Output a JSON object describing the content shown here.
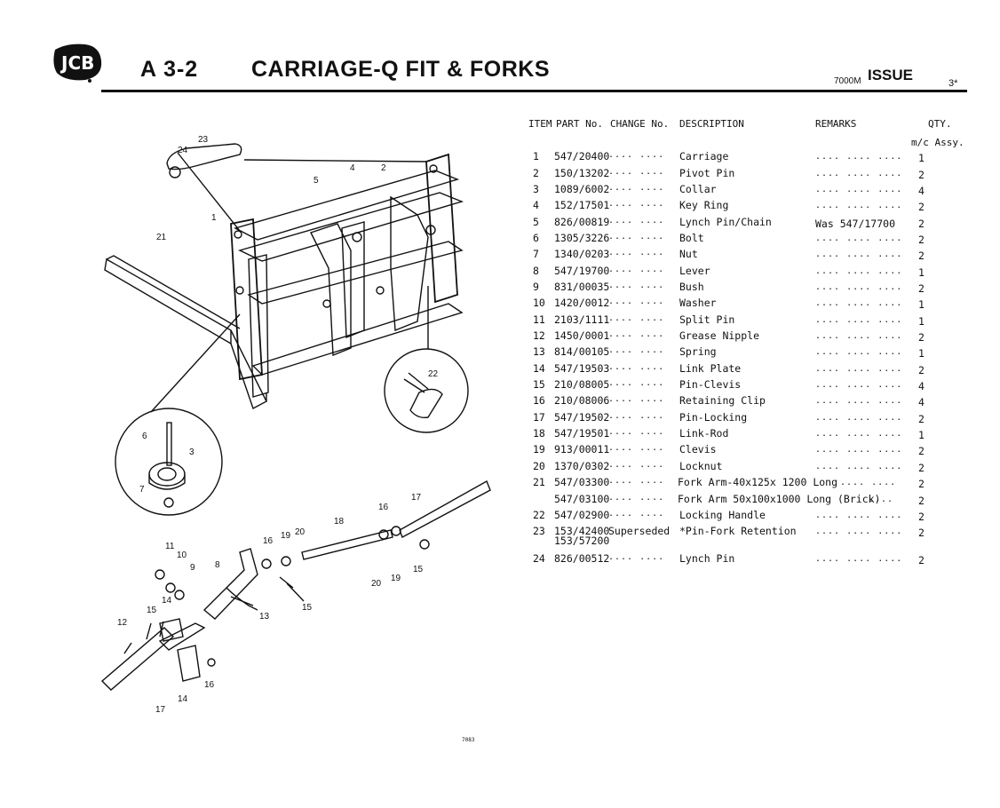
{
  "header": {
    "brand": "JCB",
    "sheet_code": "A 3-2",
    "title": "CARRIAGE-Q FIT & FORKS",
    "print_run": "7000M",
    "issue_label": "ISSUE",
    "issue_no": "3*"
  },
  "table": {
    "columns": {
      "item": "ITEM",
      "part_no": "PART No.",
      "change_no": "CHANGE No.",
      "description": "DESCRIPTION",
      "remarks": "REMARKS",
      "qty": "QTY.",
      "qty_sub": "m/c Assy."
    },
    "rows": [
      {
        "item": "1",
        "part": "547/20400",
        "chg": ".... ....",
        "desc": "Carriage",
        "rem": ".... .... ....",
        "qty": "1"
      },
      {
        "item": "2",
        "part": "150/13202",
        "chg": ".... ....",
        "desc": "Pivot Pin",
        "rem": ".... .... ....",
        "qty": "2"
      },
      {
        "item": "3",
        "part": "1089/6002",
        "chg": ".... ....",
        "desc": "Collar",
        "rem": ".... .... ....",
        "qty": "4"
      },
      {
        "item": "4",
        "part": "152/17501",
        "chg": ".... ....",
        "desc": "Key Ring",
        "rem": ".... .... ....",
        "qty": "2"
      },
      {
        "item": "5",
        "part": "826/00819",
        "chg": ".... ....",
        "desc": "Lynch Pin/Chain",
        "rem": "Was 547/17700",
        "qty": "2"
      },
      {
        "item": "6",
        "part": "1305/3226",
        "chg": ".... ....",
        "desc": "Bolt",
        "rem": ".... .... ....",
        "qty": "2"
      },
      {
        "item": "7",
        "part": "1340/0203",
        "chg": ".... ....",
        "desc": "Nut",
        "rem": ".... .... ....",
        "qty": "2"
      },
      {
        "item": "8",
        "part": "547/19700",
        "chg": ".... ....",
        "desc": "Lever",
        "rem": ".... .... ....",
        "qty": "1"
      },
      {
        "item": "9",
        "part": "831/00035",
        "chg": ".... ....",
        "desc": "Bush",
        "rem": ".... .... ....",
        "qty": "2"
      },
      {
        "item": "10",
        "part": "1420/0012",
        "chg": ".... ....",
        "desc": "Washer",
        "rem": ".... .... ....",
        "qty": "1"
      },
      {
        "item": "11",
        "part": "2103/1111",
        "chg": ".... ....",
        "desc": "Split Pin",
        "rem": ".... .... ....",
        "qty": "1"
      },
      {
        "item": "12",
        "part": "1450/0001",
        "chg": ".... ....",
        "desc": "Grease Nipple",
        "rem": ".... .... ....",
        "qty": "2"
      },
      {
        "item": "13",
        "part": "814/00105",
        "chg": ".... ....",
        "desc": "Spring",
        "rem": ".... .... ....",
        "qty": "1"
      },
      {
        "item": "14",
        "part": "547/19503",
        "chg": ".... ....",
        "desc": "Link Plate",
        "rem": ".... .... ....",
        "qty": "2"
      },
      {
        "item": "15",
        "part": "210/08005",
        "chg": ".... ....",
        "desc": "Pin-Clevis",
        "rem": ".... .... ....",
        "qty": "4"
      },
      {
        "item": "16",
        "part": "210/08006",
        "chg": ".... ....",
        "desc": "Retaining Clip",
        "rem": ".... .... ....",
        "qty": "4"
      },
      {
        "item": "17",
        "part": "547/19502",
        "chg": ".... ....",
        "desc": "Pin-Locking",
        "rem": ".... .... ....",
        "qty": "2"
      },
      {
        "item": "18",
        "part": "547/19501",
        "chg": ".... ....",
        "desc": "Link-Rod",
        "rem": ".... .... ....",
        "qty": "1"
      },
      {
        "item": "19",
        "part": "913/00011",
        "chg": ".... ....",
        "desc": "Clevis",
        "rem": ".... .... ....",
        "qty": "2"
      },
      {
        "item": "20",
        "part": "1370/0302",
        "chg": ".... ....",
        "desc": "Locknut",
        "rem": ".... .... ....",
        "qty": "2"
      },
      {
        "item": "21",
        "part": "547/03300",
        "chg": ".... ....",
        "desc": "Fork Arm-40x125x 1200 Long",
        "rem": ".... ....",
        "qty": "2"
      },
      {
        "item": "",
        "part": "547/03100",
        "chg": ".... ....",
        "desc": "Fork Arm 50x100x1000 Long (Brick)",
        "rem": "....",
        "qty": "2"
      },
      {
        "item": "22",
        "part": "547/02900",
        "chg": ".... ....",
        "desc": "Locking Handle",
        "rem": ".... .... ....",
        "qty": "2"
      },
      {
        "item": "23",
        "part": "153/42400",
        "part2": "153/57200",
        "chg": "Superseded",
        "desc": "*Pin-Fork Retention",
        "rem": ".... .... ....",
        "qty": "2"
      },
      {
        "item": "24",
        "part": "826/00512",
        "chg": ".... ....",
        "desc": "Lynch Pin",
        "rem": ".... .... ....",
        "qty": "2"
      }
    ]
  },
  "diagram": {
    "callouts": [
      "1",
      "2",
      "3",
      "4",
      "5",
      "6",
      "7",
      "8",
      "9",
      "10",
      "11",
      "12",
      "13",
      "14",
      "15",
      "16",
      "17",
      "18",
      "19",
      "20",
      "21",
      "22",
      "23",
      "24"
    ]
  },
  "footer": {
    "code": "7083"
  }
}
